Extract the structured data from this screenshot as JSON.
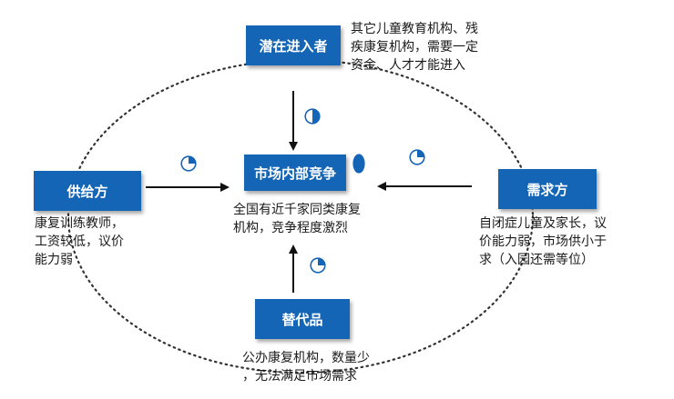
{
  "colors": {
    "box_fill": "#1565b7",
    "box_text": "#ffffff",
    "arrow": "#111111",
    "dotted_ellipse": "#333333",
    "pie_fill": "#1565b7"
  },
  "nodes": {
    "potential_entrants": {
      "label": "潜在进入者",
      "desc": "其它儿童教育机构、残\n疾康复机构，需要一定\n资金、人才才能进入"
    },
    "industry_rivalry": {
      "label": "市场内部竞争",
      "desc": "全国有近千家同类康复\n机构，竞争程度激烈"
    },
    "suppliers": {
      "label": "供给方",
      "desc": "康复训练教师，\n工资较低，议价\n能力弱"
    },
    "buyers": {
      "label": "需求方",
      "desc": "自闭症儿童及家长，议\n价能力弱，市场供小于\n求（入园还需等位）"
    },
    "substitutes": {
      "label": "替代品",
      "desc": "公办康复机构，数量少\n，无法满足市场需求"
    }
  },
  "harvey_balls": {
    "potential_entrants": 0.5,
    "industry_rivalry": 1.0,
    "suppliers": 0.25,
    "buyers": 0.25,
    "substitutes": 0.25
  }
}
